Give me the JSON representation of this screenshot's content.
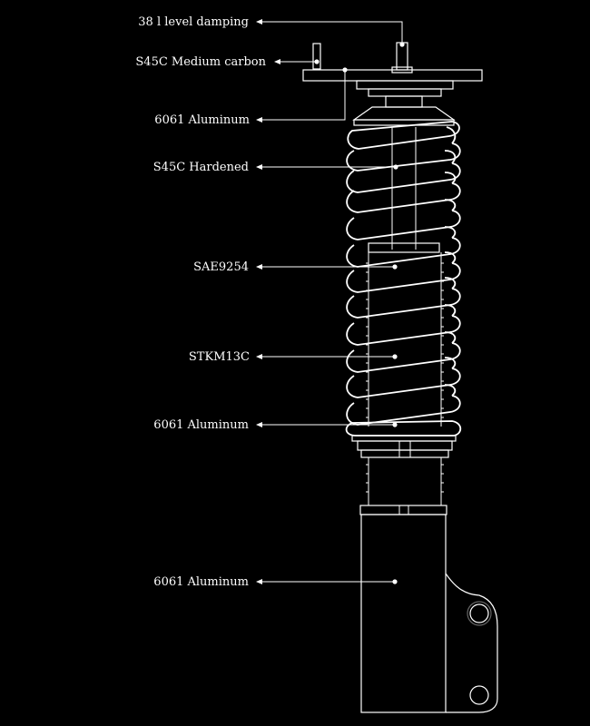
{
  "colors": {
    "background": "#000000",
    "stroke": "#ffffff",
    "text": "#ffffff"
  },
  "callouts": [
    {
      "id": "damping",
      "text": "38 l level damping"
    },
    {
      "id": "medium-carbon",
      "text": "S45C Medium carbon"
    },
    {
      "id": "top-mount",
      "text": "6061 Aluminum"
    },
    {
      "id": "hardened",
      "text": "S45C Hardened"
    },
    {
      "id": "spring",
      "text": "SAE9254"
    },
    {
      "id": "body-tube",
      "text": "STKM13C"
    },
    {
      "id": "spring-seat",
      "text": "6061 Aluminum"
    },
    {
      "id": "lower-bracket",
      "text": "6061 Aluminum"
    }
  ]
}
